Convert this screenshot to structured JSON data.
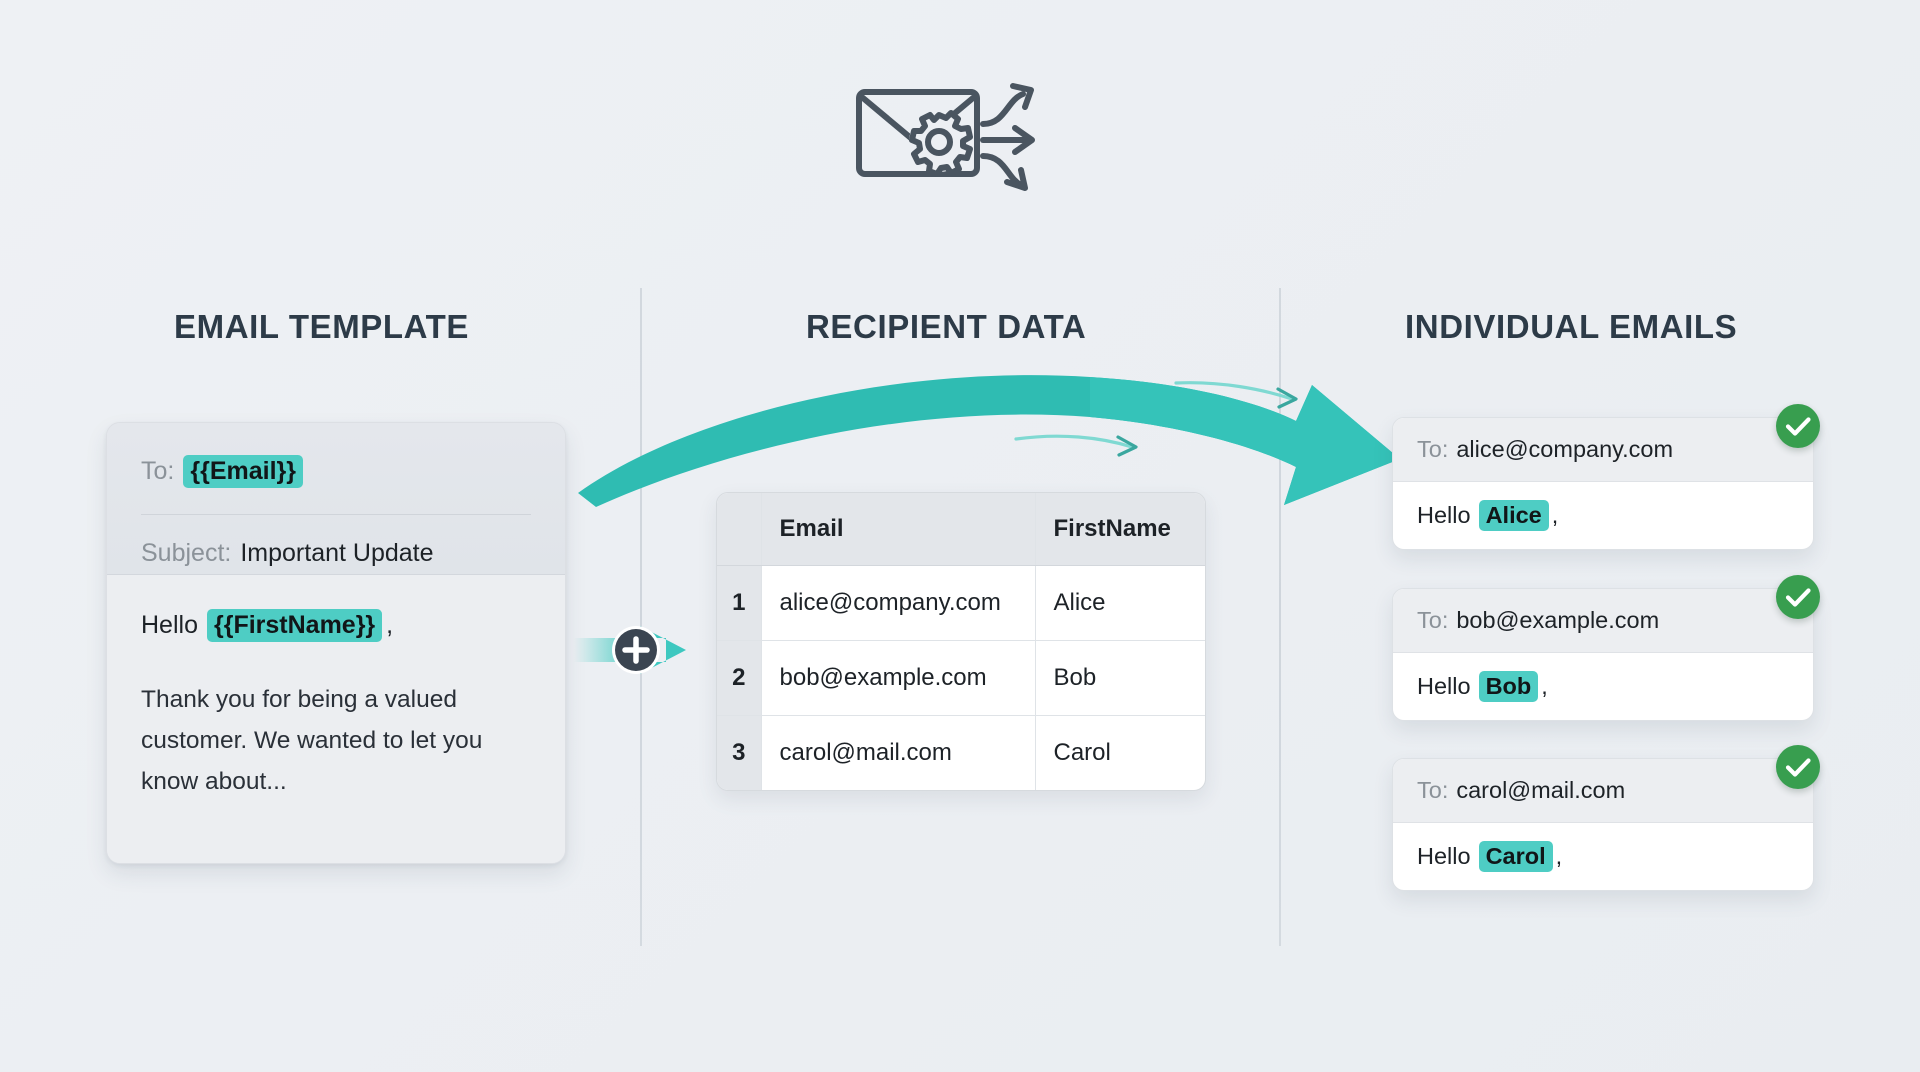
{
  "hero": {
    "icon": "envelope-gear-arrows-icon"
  },
  "headings": {
    "template": "EMAIL TEMPLATE",
    "recipients": "RECIPIENT DATA",
    "emails": "INDIVIDUAL EMAILS"
  },
  "template_card": {
    "to_label": "To:",
    "to_value": "{{Email}}",
    "subject_label": "Subject:",
    "subject_value": "Important Update",
    "greeting_hello": "Hello",
    "greeting_token": "{{FirstName}}",
    "greeting_comma": ",",
    "paragraph": "Thank you for being a valued customer. We wanted to let you know about..."
  },
  "connector": {
    "plus_label": "+",
    "icon": "plus-circle-icon",
    "arrow_icon": "arrow-right-icon"
  },
  "flow": {
    "arrow_icon": "curved-merge-arrow-icon"
  },
  "recipient_table": {
    "columns": [
      "",
      "Email",
      "FirstName"
    ],
    "rows": [
      {
        "index": "1",
        "email": "alice@company.com",
        "first_name": "Alice"
      },
      {
        "index": "2",
        "email": "bob@example.com",
        "first_name": "Bob"
      },
      {
        "index": "3",
        "email": "carol@mail.com",
        "first_name": "Carol"
      }
    ]
  },
  "emails": [
    {
      "to_label": "To:",
      "to_value": "alice@company.com",
      "hello": "Hello",
      "name": "Alice",
      "comma": ",",
      "status_icon": "check-circle-icon"
    },
    {
      "to_label": "To:",
      "to_value": "bob@example.com",
      "hello": "Hello",
      "name": "Bob",
      "comma": ",",
      "status_icon": "check-circle-icon"
    },
    {
      "to_label": "To:",
      "to_value": "carol@mail.com",
      "hello": "Hello",
      "name": "Carol",
      "comma": ",",
      "status_icon": "check-circle-icon"
    }
  ],
  "colors": {
    "accent_teal": "#4ecdc4",
    "arrow_teal": "#2cb5ab",
    "success_green": "#389e4f",
    "heading": "#2d3b48",
    "background": "#eceff3"
  }
}
